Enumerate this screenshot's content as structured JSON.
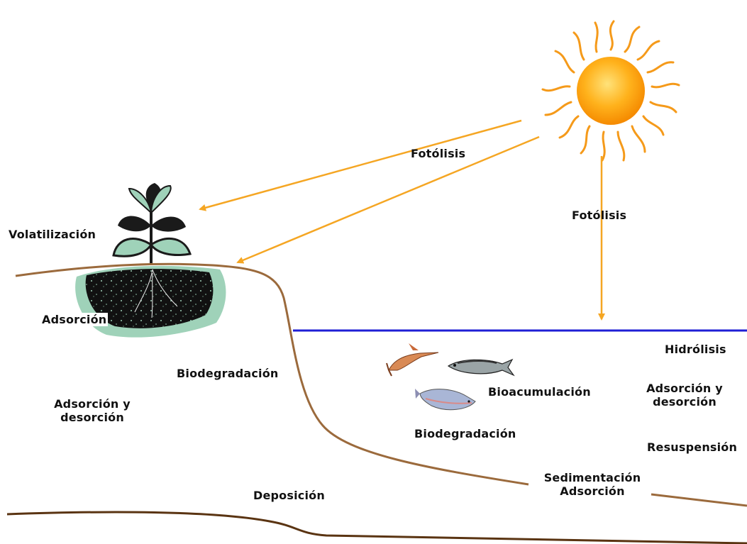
{
  "labels": {
    "fotolisis_1": "Fotólisis",
    "fotolisis_2": "Fotólisis",
    "volatilizacion": "Volatilización",
    "adsorcion_soil": "Adsorción",
    "biodegradacion_slope": "Biodegradación",
    "adsorcion_desorcion_left_1": "Adsorción y",
    "adsorcion_desorcion_left_2": "desorción",
    "deposicion": "Deposición",
    "bioacumulacion": "Bioacumulación",
    "biodegradacion_water": "Biodegradación",
    "hidrolisis": "Hidrólisis",
    "adsorcion_desorcion_right_1": "Adsorción y",
    "adsorcion_desorcion_right_2": "desorción",
    "resuspension": "Resuspensión",
    "sedimentacion": "Sedimentación",
    "adsorcion_sediment": "Adsorción"
  },
  "colors": {
    "arrow": "#f5a623",
    "ground": "#9b6a3c",
    "bottom": "#5a3412",
    "water": "#1f1fd6",
    "sun_core": "#ff9a0a",
    "soil_halo": "#9fd2b9"
  },
  "icons": [
    "sun-icon",
    "plant-icon",
    "swordfish-icon",
    "mackerel-icon",
    "salmon-icon"
  ]
}
